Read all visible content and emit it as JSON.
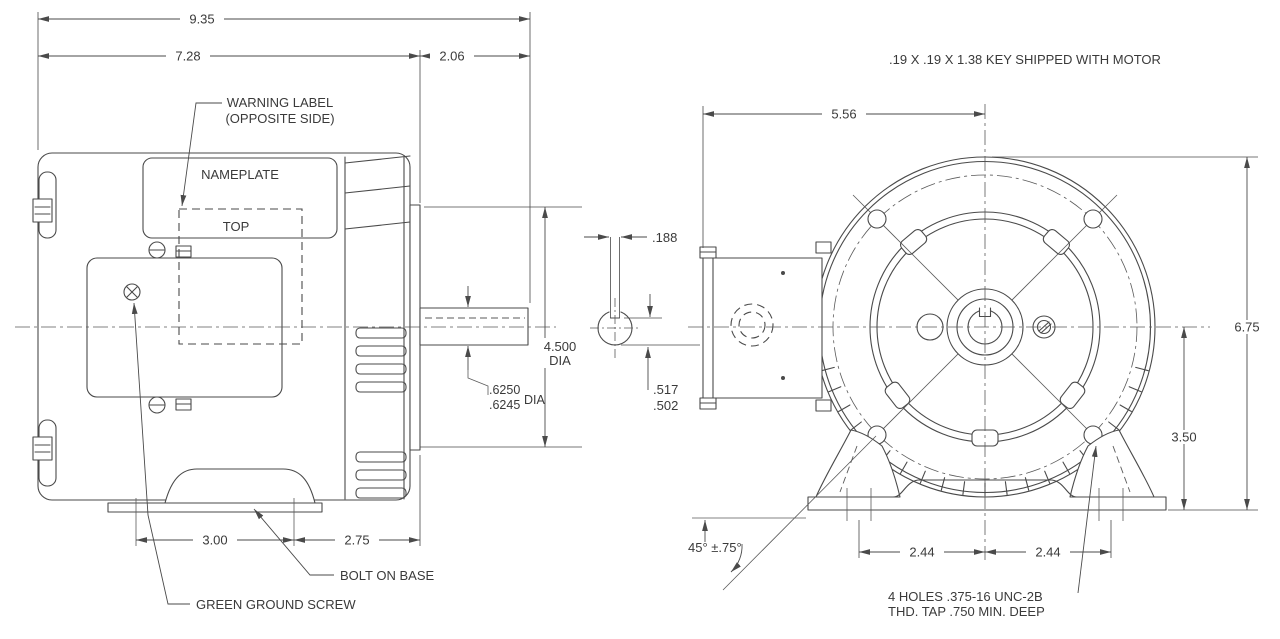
{
  "meta": {
    "type": "motor-outline-dimension-drawing",
    "line_color": "#4a4a4a",
    "text_color": "#3a3a3a",
    "background": "#ffffff"
  },
  "labels": {
    "warning_1": "WARNING LABEL",
    "warning_2": "(OPPOSITE SIDE)",
    "nameplate": "NAMEPLATE",
    "top": "TOP",
    "bolt_on_base": "BOLT ON BASE",
    "green_ground_screw": "GREEN GROUND SCREW",
    "key_note": ".19 X .19 X 1.38 KEY SHIPPED WITH MOTOR",
    "holes_1": "4 HOLES .375-16 UNC-2B",
    "holes_2": "THD. TAP .750 MIN. DEEP",
    "angle_tolerance": "45° ±.75°"
  },
  "dimensions": {
    "overall_length": "9.35",
    "frame_length": "7.28",
    "shaft_extension": "2.06",
    "face_diameter": "4.500",
    "dia": "DIA",
    "shaft_dia_max": ".6250",
    "shaft_dia_min": ".6245",
    "key_width": ".188",
    "key_flat_max": ".517",
    "key_flat_min": ".502",
    "box_to_center": "5.56",
    "overall_height": "6.75",
    "center_height": "3.50",
    "foot_half_left": "2.44",
    "foot_half_right": "2.44",
    "foot_bolt_spacing": "3.00",
    "foot_to_face": "2.75"
  }
}
